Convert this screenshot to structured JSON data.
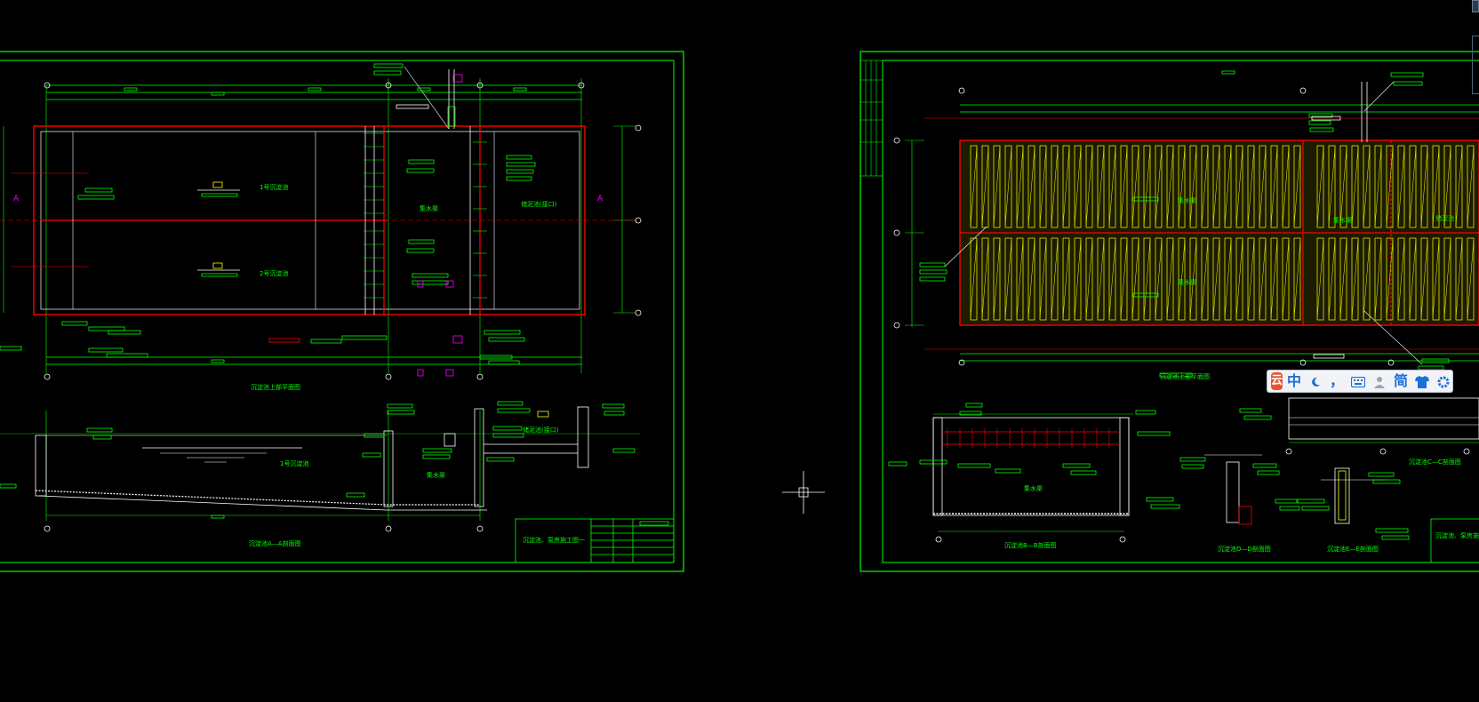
{
  "viewport": {
    "background": "#000000",
    "crosshair_label": "model-space cursor"
  },
  "colors": {
    "frame": "#00ff00",
    "wall": "#ff0000",
    "grating": "#ffff00",
    "text": "#00ff00",
    "marker": "#ff00ff",
    "dimension": "#00ff00",
    "white": "#ffffff"
  },
  "sheet_left": {
    "section_marks": {
      "left": "A",
      "right": "A"
    }
  },
  "ime_toolbar": {
    "logo": "云",
    "mode": "中",
    "punct": "，",
    "simplified": "简",
    "items": [
      "moon-icon",
      "punctuation-icon",
      "keyboard-icon",
      "user-icon",
      "skin-icon",
      "settings-icon"
    ]
  }
}
